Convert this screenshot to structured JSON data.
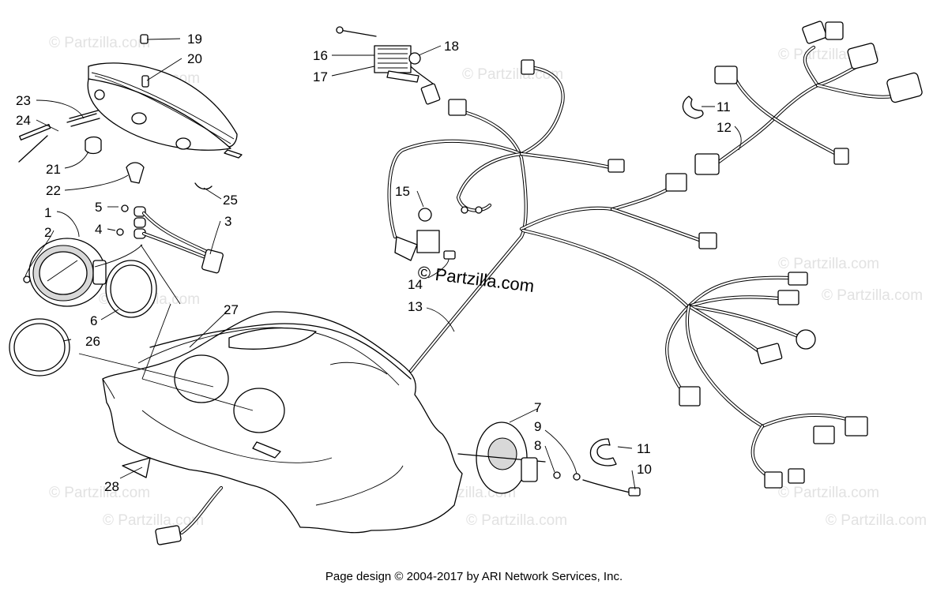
{
  "labels": {
    "l1": "1",
    "l2": "2",
    "l3": "3",
    "l4": "4",
    "l5": "5",
    "l6": "6",
    "l7": "7",
    "l8": "8",
    "l9": "9",
    "l10": "10",
    "l11a": "11",
    "l11b": "11",
    "l12": "12",
    "l13": "13",
    "l14": "14",
    "l15": "15",
    "l16": "16",
    "l17": "17",
    "l18": "18",
    "l19": "19",
    "l20": "20",
    "l21": "21",
    "l22": "22",
    "l23": "23",
    "l24": "24",
    "l25": "25",
    "l26": "26",
    "l27": "27",
    "l28": "28"
  },
  "watermark": "© Partzilla.com",
  "brand": "© Partzilla.com",
  "footer": "Page design © 2004-2017 by ARI Network Services, Inc."
}
